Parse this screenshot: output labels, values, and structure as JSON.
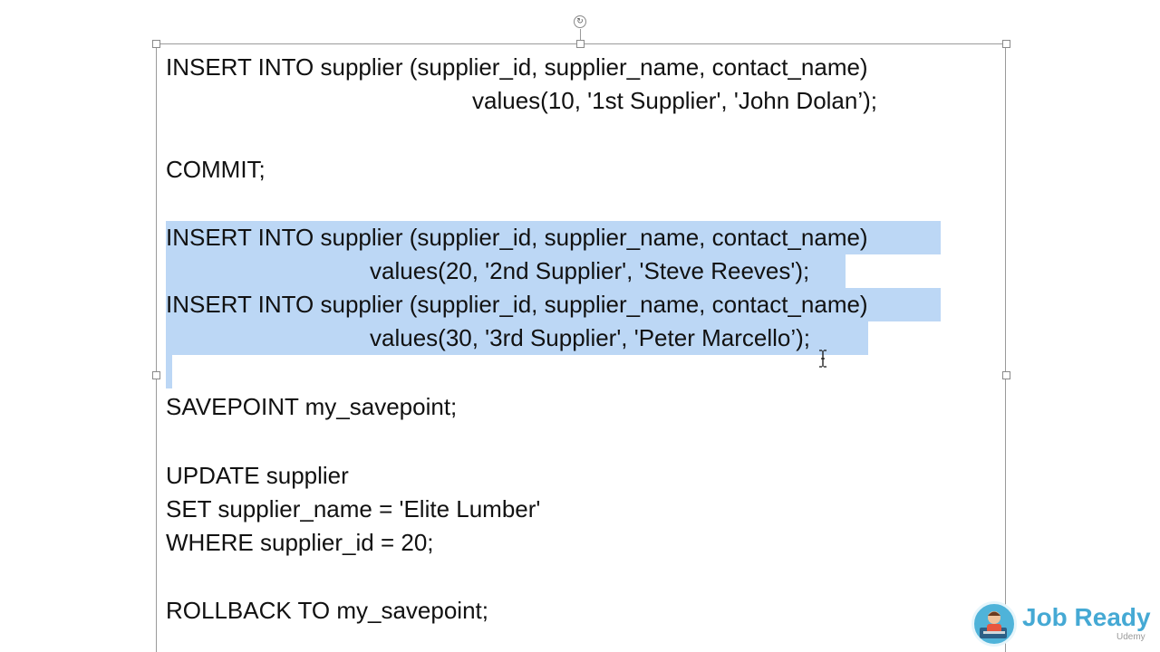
{
  "document": {
    "lines": [
      "INSERT INTO supplier (supplier_id, supplier_name, contact_name)",
      "values(10, '1st Supplier', 'John Dolan’);",
      "COMMIT;",
      "INSERT INTO supplier (supplier_id, supplier_name, contact_name)",
      "values(20, '2nd Supplier', 'Steve Reeves');",
      "INSERT INTO supplier (supplier_id, supplier_name, contact_name)",
      "values(30, '3rd Supplier', 'Peter Marcello’);",
      "SAVEPOINT my_savepoint;",
      "UPDATE supplier",
      "SET supplier_name = 'Elite Lumber'",
      "WHERE supplier_id = 20;",
      "ROLLBACK TO my_savepoint;"
    ]
  },
  "logo": {
    "text": "Job Ready",
    "sub": "Udemy"
  },
  "colors": {
    "selection": "#bcd7f5",
    "logo": "#45a9d4"
  },
  "icons": {
    "rotate_handle": "rotate-icon",
    "cursor": "text-cursor-icon"
  }
}
